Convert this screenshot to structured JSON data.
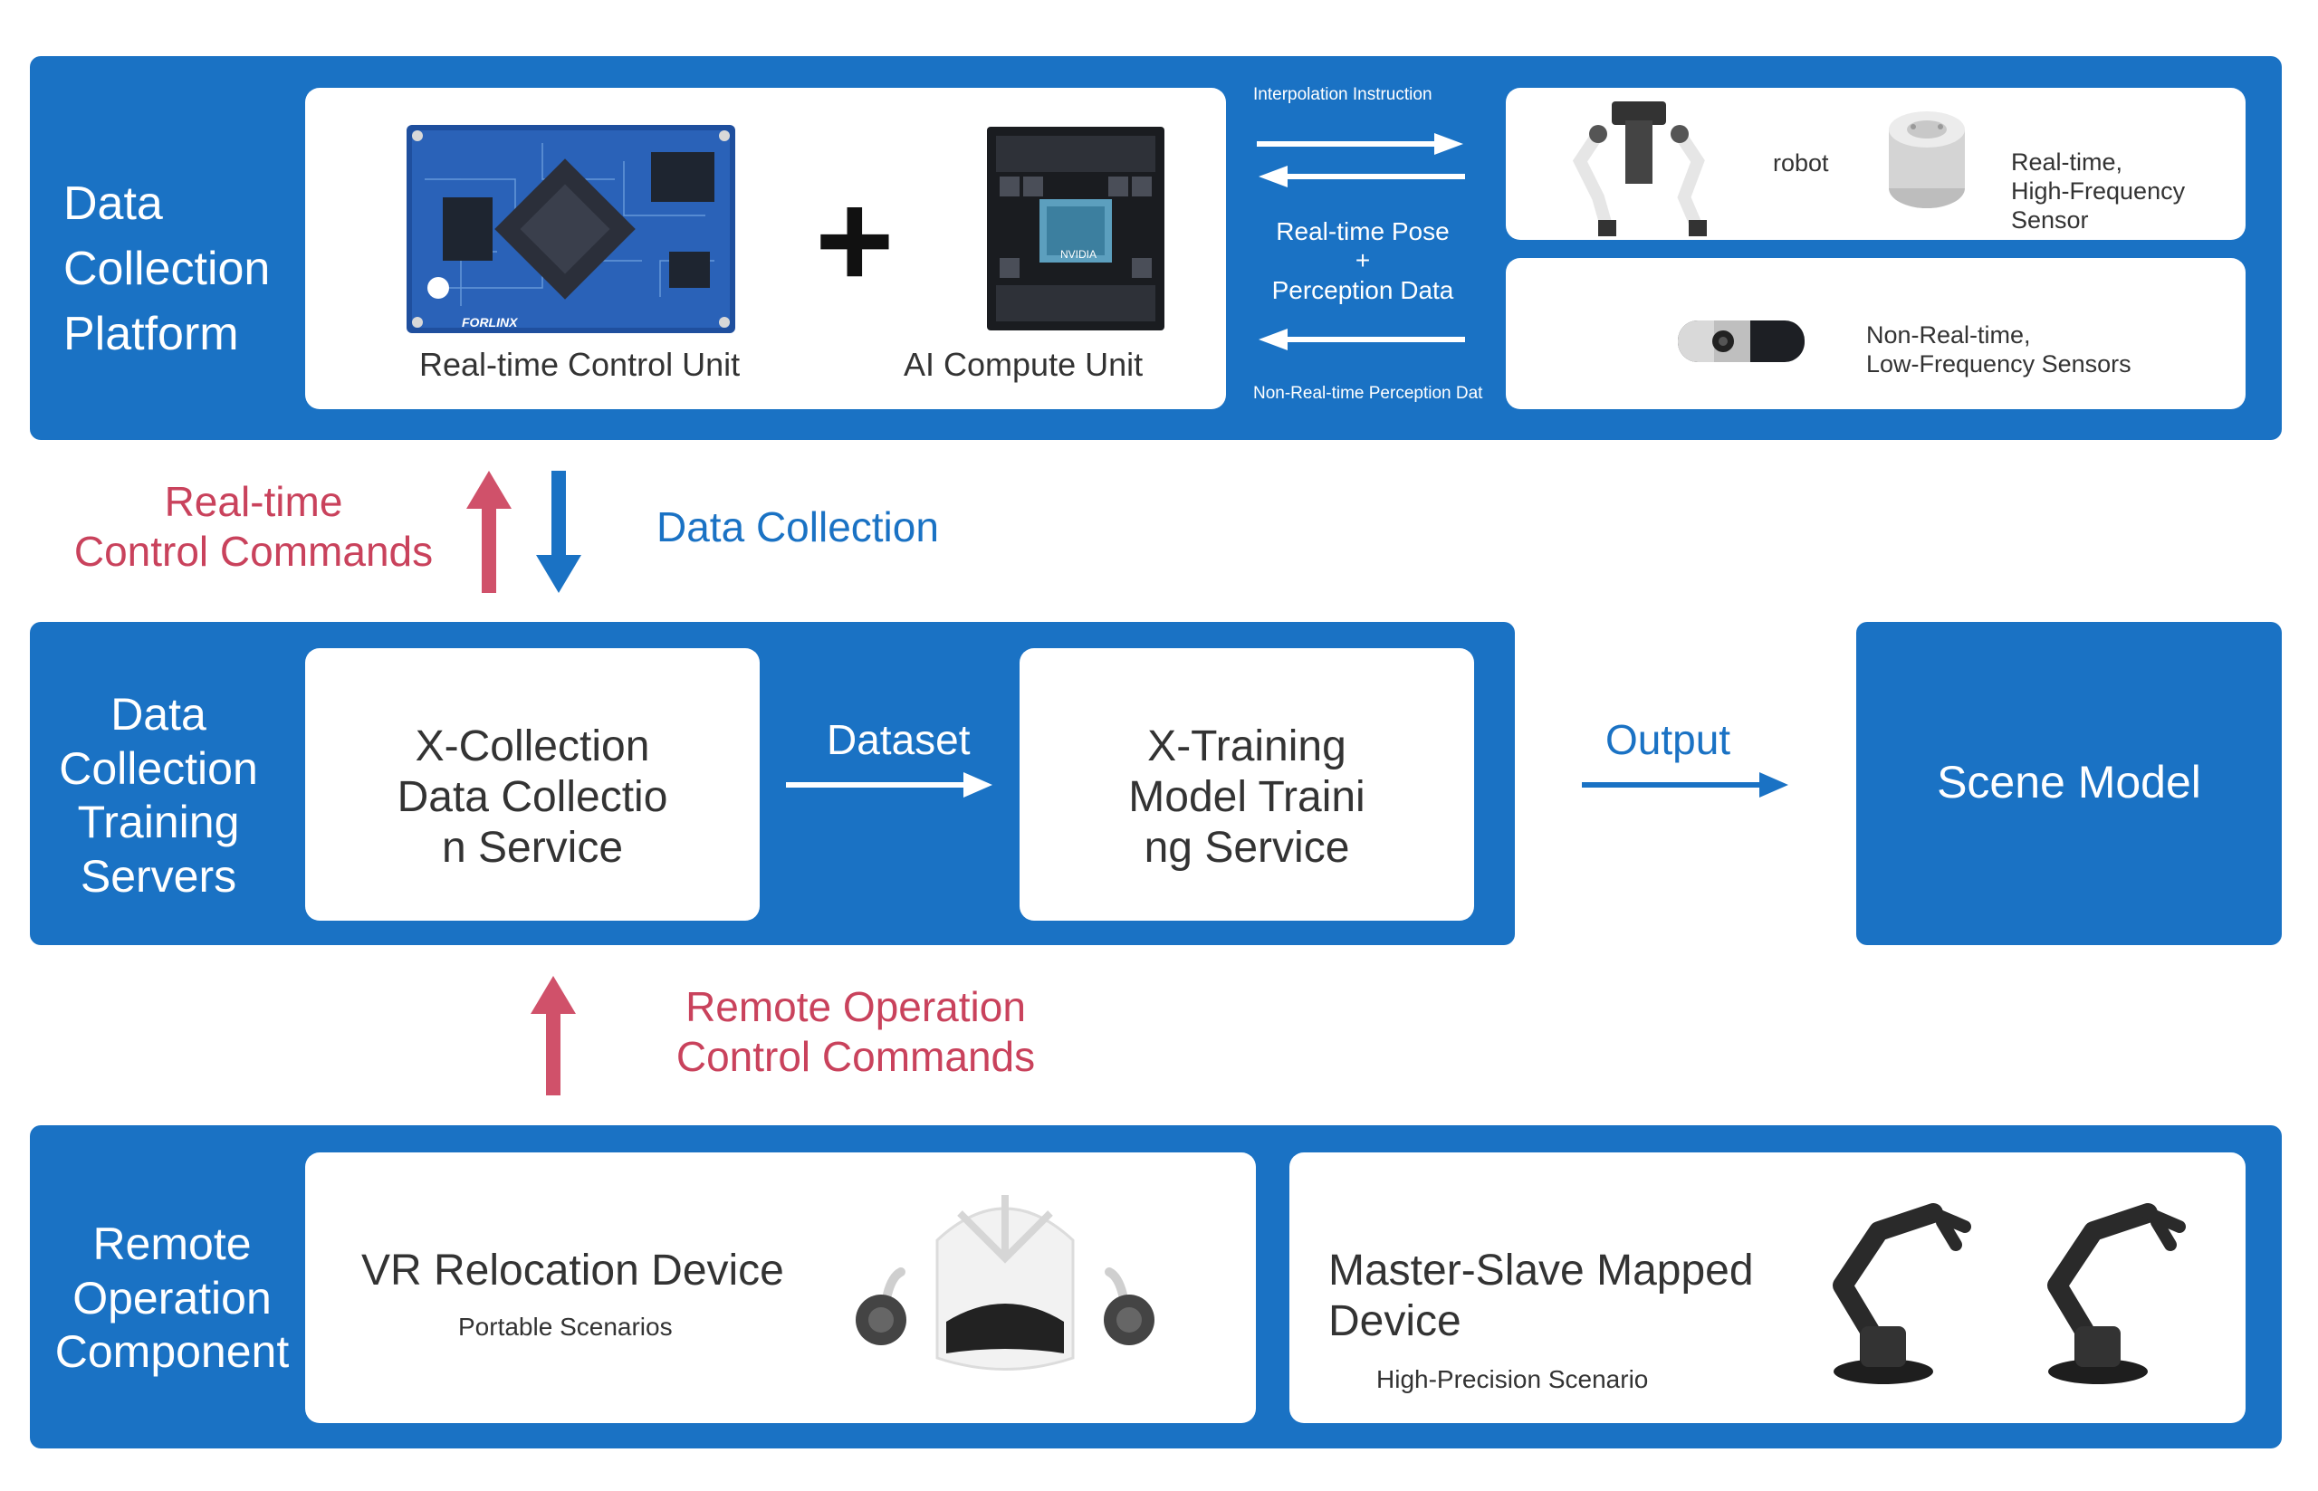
{
  "colors": {
    "band": "#1a72c4",
    "card": "#ffffff",
    "arrow_red": "#d0516a",
    "arrow_blue": "#1a72c4",
    "text_red": "#c9425c",
    "text_dark": "#333333"
  },
  "top": {
    "label": "Data\nCollection\nPlatform",
    "control_unit_label": "Real-time Control Unit",
    "plus": "+",
    "ai_unit_label": "AI Compute Unit",
    "interp_label": "Interpolation Instruction",
    "pose_label": "Real-time Pose\n+\nPerception Data",
    "nonrt_label": "Non-Real-time Perception Dat",
    "robot_label": "robot",
    "hf_sensor_label": "Real-time,\nHigh-Frequency\nSensor",
    "lf_sensor_label": "Non-Real-time,\nLow-Frequency Sensors",
    "board_brand": "FORLINX",
    "chip_brand": "NVIDIA"
  },
  "between_top_mid": {
    "rt_commands": "Real-time\nControl Commands",
    "data_collection": "Data Collection"
  },
  "middle": {
    "label": "Data\nCollection\nTraining\nServers",
    "collection_service": "X-Collection\nData Collectio\nn Service",
    "dataset": "Dataset",
    "training_service": "X-Training\nModel Traini\nng Service",
    "output": "Output",
    "scene_model": "Scene Model"
  },
  "between_mid_bottom": {
    "remote_commands": "Remote Operation\nControl Commands"
  },
  "bottom": {
    "label": "Remote\nOperation\nComponent",
    "vr_title": "VR Relocation Device",
    "vr_sub": "Portable Scenarios",
    "ms_title": "Master-Slave Mapped\nDevice",
    "ms_sub": "High-Precision Scenario"
  }
}
